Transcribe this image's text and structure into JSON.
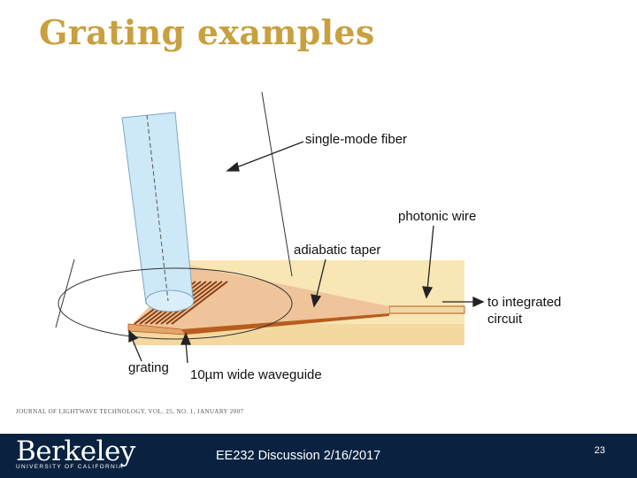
{
  "slide": {
    "title": "Grating examples",
    "citation": "JOURNAL OF LIGHTWAVE TECHNOLOGY, VOL. 25, NO. 1, JANUARY 2007"
  },
  "diagram": {
    "labels": {
      "fiber": "single-mode fiber",
      "wire": "photonic wire",
      "taper": "adiabatic taper",
      "output_line1": "to integrated",
      "output_line2": "circuit",
      "grating": "grating",
      "waveguide": "10µm wide waveguide"
    },
    "colors": {
      "fiber": "#CDE8F7",
      "slab": "#F8E6B4",
      "taper": "#EFC49A",
      "waveguide_edge": "#B85C1E"
    }
  },
  "footer": {
    "logo_text": "Berkeley",
    "logo_subtext": "UNIVERSITY OF CALIFORNIA",
    "center_text": "EE232 Discussion 2/16/2017",
    "page_number": "23",
    "background": "#0A2240"
  }
}
